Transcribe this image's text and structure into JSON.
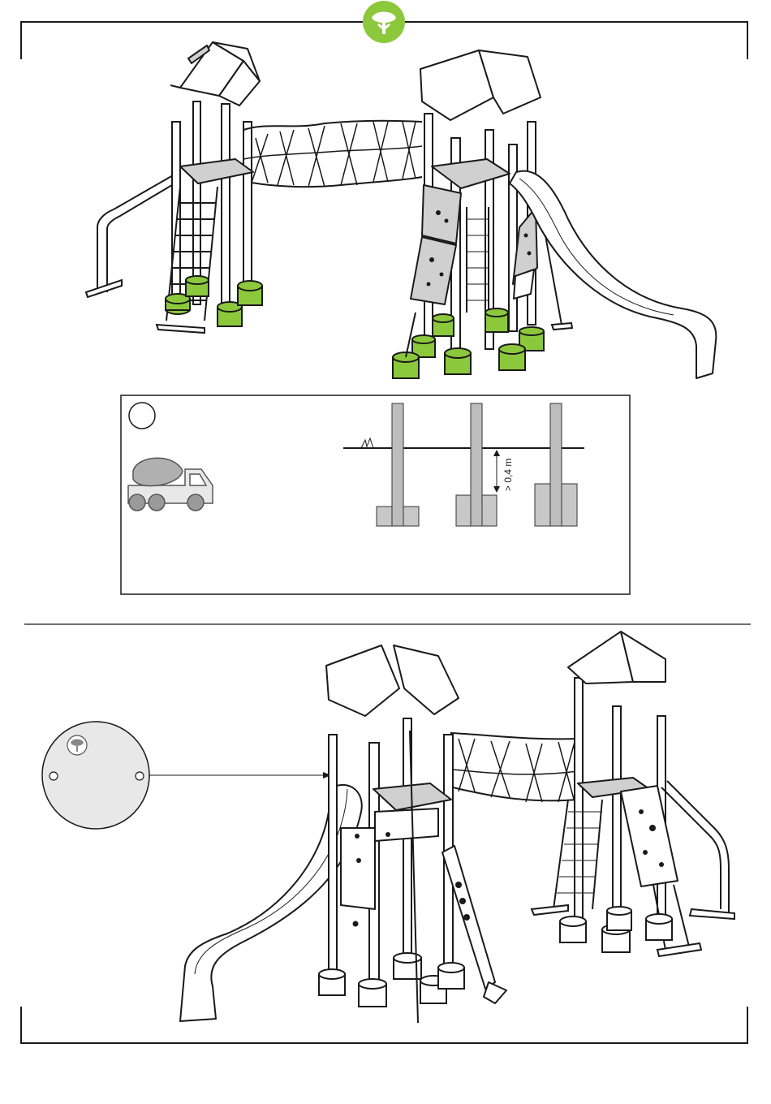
{
  "brand": {
    "accent": "#8cc83c"
  },
  "icons": {
    "header_logo": "tree-logo-icon",
    "step_marker": "step-circle-icon",
    "truck": "concrete-mixer-truck-icon",
    "detail_logo": "tree-logo-icon"
  },
  "foundation": {
    "depth_label": "> 0,4 m",
    "columns": [
      {
        "footing": "small"
      },
      {
        "footing": "medium"
      },
      {
        "footing": "large"
      }
    ]
  },
  "colors": {
    "footing_green": "#8cc83c",
    "panel_grey": "#d0d0d0",
    "concrete_grey": "#c8c8c8",
    "detail_disc": "#e8e8e8"
  }
}
